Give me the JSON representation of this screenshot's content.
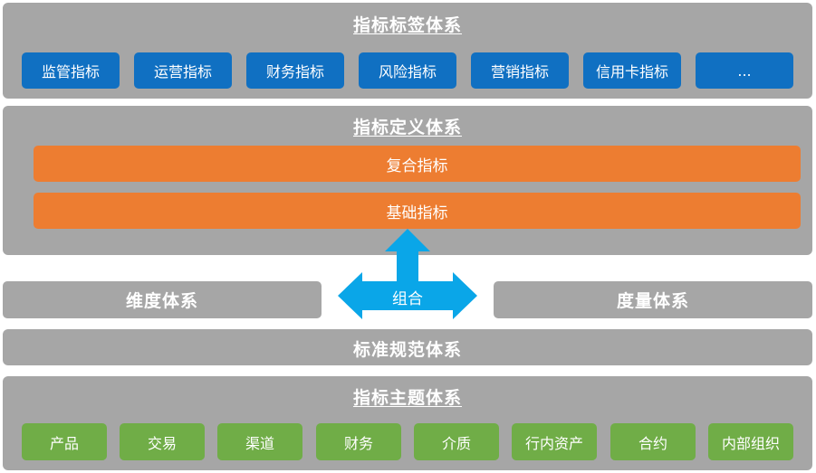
{
  "tag_system": {
    "title": "指标标签体系",
    "items": [
      "监管指标",
      "运营指标",
      "财务指标",
      "风险指标",
      "营销指标",
      "信用卡指标",
      "..."
    ]
  },
  "definition_system": {
    "title": "指标定义体系",
    "composite": "复合指标",
    "basic": "基础指标"
  },
  "combine_label": "组合",
  "dimension_system": "维度体系",
  "measure_system": "度量体系",
  "standard_system": "标准规范体系",
  "theme_system": {
    "title": "指标主题体系",
    "items": [
      "产品",
      "交易",
      "渠道",
      "财务",
      "介质",
      "行内资产",
      "合约",
      "内部组织"
    ]
  },
  "colors": {
    "panel": "#a6a6a6",
    "blue": "#1070c2",
    "orange": "#ed7d31",
    "green": "#70ad47",
    "arrow": "#0aa6e8"
  }
}
